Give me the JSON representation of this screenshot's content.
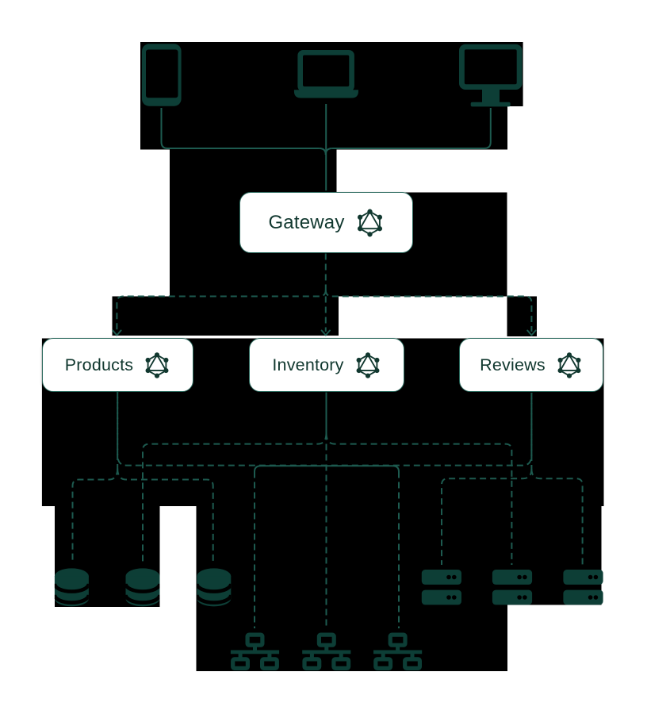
{
  "diagram": {
    "type": "architecture-diagram",
    "description": "GraphQL federation gateway diagram with client devices, gateway, three subgraph services and backing infrastructure, partially covered by black blocks",
    "nodes": {
      "gateway": {
        "label": "Gateway",
        "icon": "graphql-icon"
      },
      "services": [
        {
          "label": "Products",
          "icon": "graphql-icon"
        },
        {
          "label": "Inventory",
          "icon": "graphql-icon"
        },
        {
          "label": "Reviews",
          "icon": "graphql-icon"
        }
      ]
    },
    "client_icons": [
      "tablet-icon",
      "laptop-icon",
      "monitor-icon"
    ],
    "infrastructure_icons": {
      "databases": 3,
      "servers": 3,
      "network_switches": 3
    },
    "edges": {
      "clients_to_gateway": "solid",
      "gateway_to_services": "dashed-arrows",
      "services_to_infrastructure": "dashed"
    },
    "colors": {
      "background": "#ffffff",
      "block": "#000000",
      "icon_fill": "#0d3e36",
      "line": "#1d5a4f",
      "card_background": "#ffffff",
      "card_border": "#2a695d",
      "card_text": "#11382f"
    }
  }
}
